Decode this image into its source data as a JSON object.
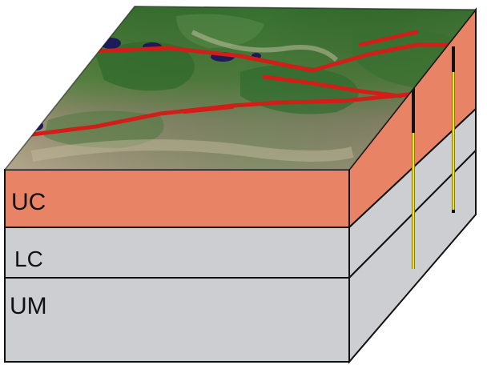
{
  "layers": [
    {
      "id": "uc",
      "label": "UC",
      "color": "#E88366"
    },
    {
      "id": "lc",
      "label": "LC",
      "color": "#CCCED2"
    },
    {
      "id": "um",
      "label": "UM",
      "color": "#CCCED2"
    }
  ],
  "colors": {
    "outline": "#111111",
    "fault_surface": "#D01E18",
    "fault_vertical": "#F3E51B",
    "water": "#1E1B5A",
    "terrain_dark": "#2F6B2A",
    "terrain_mid": "#5F8A45",
    "terrain_light": "#A79C7E"
  }
}
